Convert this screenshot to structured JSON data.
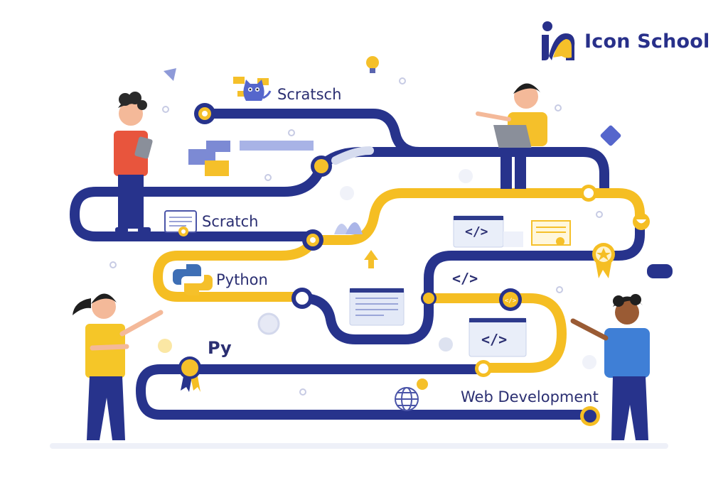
{
  "brand": {
    "name": "Icon School",
    "logo_icon": "icon-school-logo",
    "primary_color": "#28308a",
    "accent_color": "#f5c02a"
  },
  "path": {
    "navy_color": "#27338c",
    "yellow_color": "#f5be23"
  },
  "milestones": [
    {
      "label": "Scratsch",
      "icon": "scratch-cat-icon"
    },
    {
      "label": "Scratch",
      "icon": "certificate-icon"
    },
    {
      "label": "Python",
      "icon": "python-logo-icon"
    },
    {
      "label": "Py",
      "icon": "award-ribbon-icon"
    },
    {
      "label": "Web Development",
      "icon": "globe-icon"
    }
  ],
  "code_tags": [
    "</>",
    "</>",
    "</>",
    "</>"
  ],
  "characters": [
    {
      "name": "boy-with-tablet",
      "shirt": "#e8553d"
    },
    {
      "name": "boy-with-laptop",
      "shirt": "#f5c02a"
    },
    {
      "name": "girl-pointing",
      "shirt": "#f5c628"
    },
    {
      "name": "boy-pointing",
      "shirt": "#3f7fd6"
    }
  ]
}
